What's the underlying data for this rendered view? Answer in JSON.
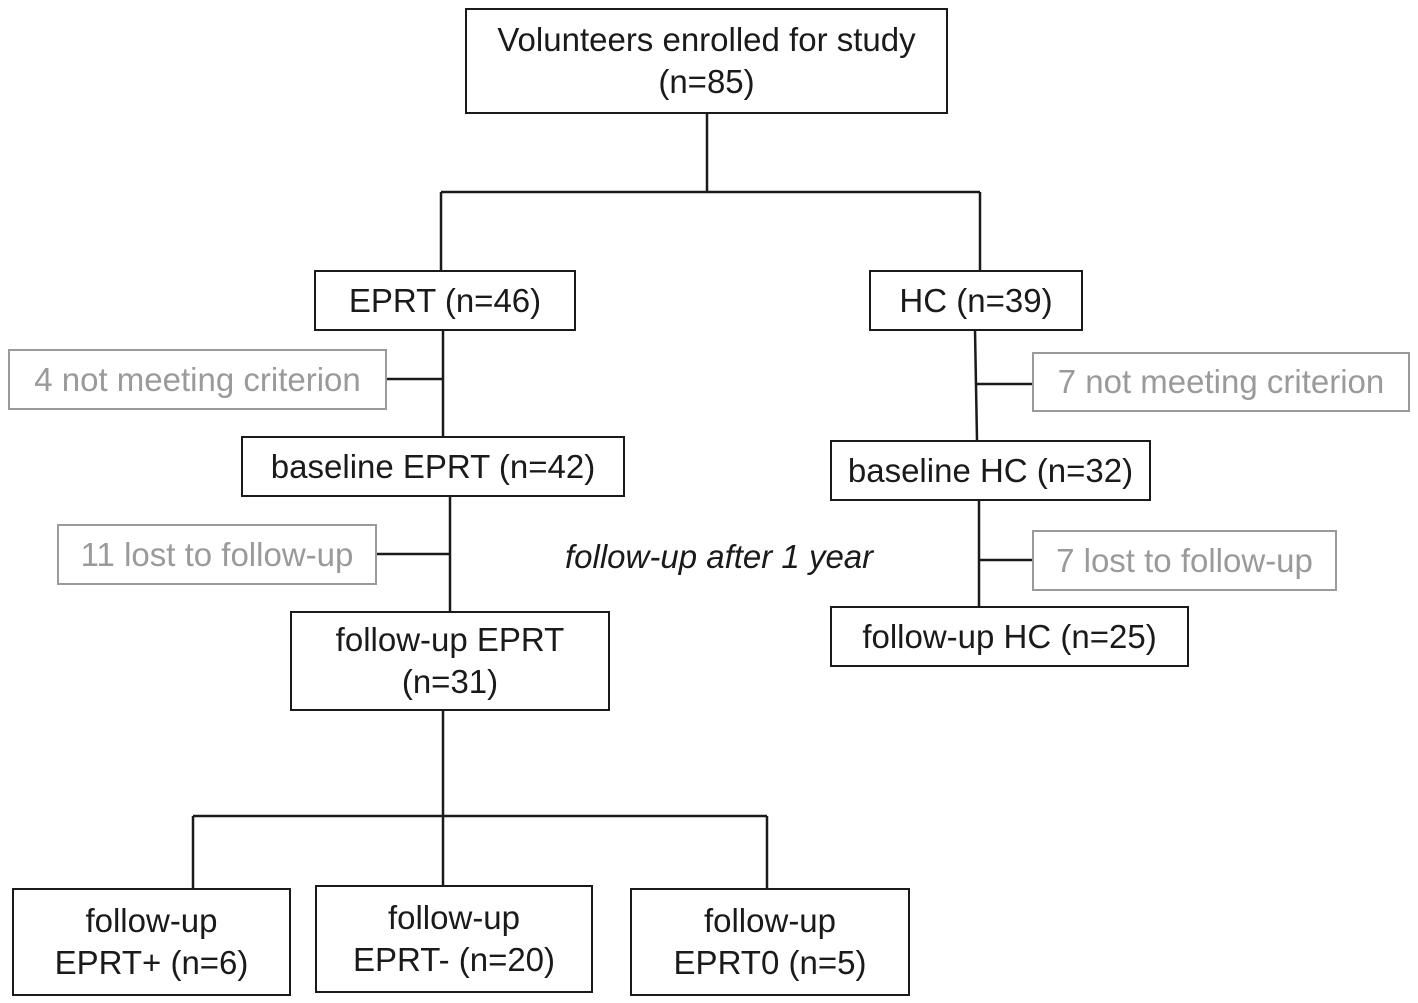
{
  "nodes": {
    "enrolled": {
      "line1": "Volunteers enrolled for study",
      "line2": "(n=85)"
    },
    "eprt": {
      "label": "EPRT (n=46)"
    },
    "hc": {
      "label": "HC (n=39)"
    },
    "eprt_excluded": {
      "label": "4 not meeting criterion"
    },
    "hc_excluded": {
      "label": "7 not meeting criterion"
    },
    "baseline_eprt": {
      "label": "baseline EPRT (n=42)"
    },
    "baseline_hc": {
      "label": "baseline HC (n=32)"
    },
    "eprt_lost": {
      "label": "11 lost to follow-up"
    },
    "hc_lost": {
      "label": "7 lost to follow-up"
    },
    "followup_eprt": {
      "line1": "follow-up EPRT",
      "line2": "(n=31)"
    },
    "followup_hc": {
      "label": "follow-up HC (n=25)"
    },
    "followup_eprt_plus": {
      "line1": "follow-up",
      "line2": "EPRT+ (n=6)"
    },
    "followup_eprt_minus": {
      "line1": "follow-up",
      "line2": "EPRT- (n=20)"
    },
    "followup_eprt_zero": {
      "line1": "follow-up",
      "line2": "EPRT0 (n=5)"
    }
  },
  "annotation": "follow-up after 1 year",
  "colors": {
    "main": "#1a1a1a",
    "exclusion": "#9a9a9a",
    "background": "#ffffff"
  }
}
